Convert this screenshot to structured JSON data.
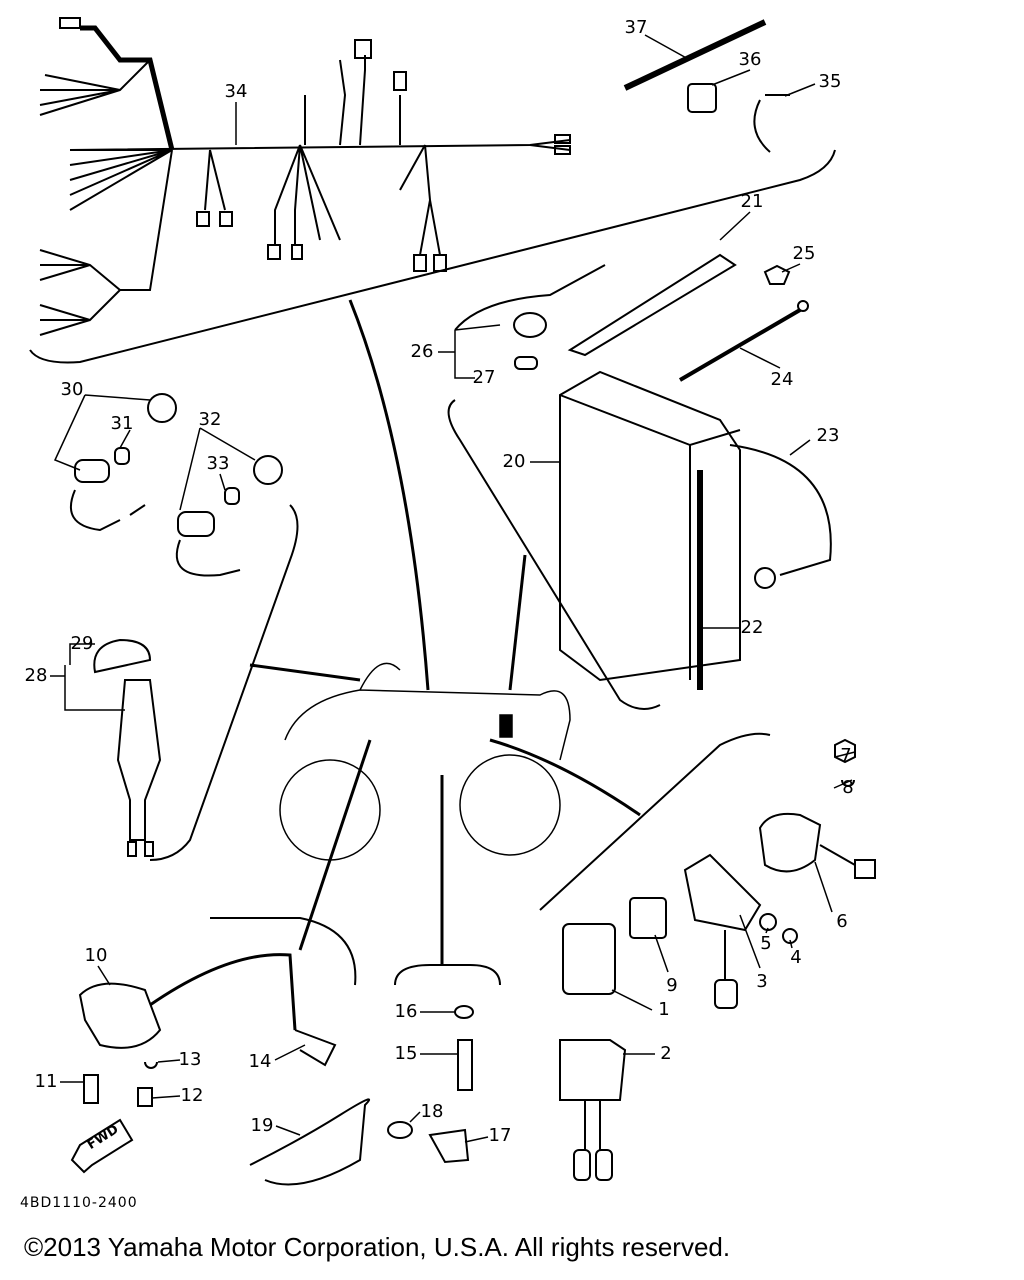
{
  "diagram": {
    "title": "Electrical parts diagram",
    "callouts": [
      "37",
      "36",
      "35",
      "34",
      "21",
      "25",
      "26",
      "27",
      "24",
      "30",
      "31",
      "32",
      "33",
      "23",
      "20",
      "22",
      "29",
      "28",
      "7",
      "8",
      "6",
      "5",
      "4",
      "9",
      "3",
      "1",
      "10",
      "13",
      "12",
      "11",
      "14",
      "16",
      "15",
      "2",
      "18",
      "17",
      "19"
    ],
    "fwd_label": "FWD",
    "drawing_code": "4BD1110-2400"
  },
  "footer": {
    "copyright": "©2013 Yamaha Motor Corporation, U.S.A. All rights reserved."
  }
}
